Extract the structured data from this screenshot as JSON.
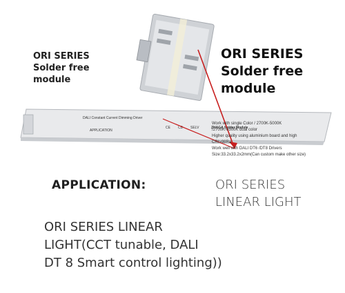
{
  "photo": {
    "driver_label_top": "DALI Constant Current Dimming Driver",
    "driver_label_mid": "APPLICATION",
    "driver_marks": [
      "CE",
      "CB",
      "SELV"
    ],
    "module_name": "ZHAGA Solder Module",
    "module_specs": [
      "Work with single Color / 2700K-5000K",
      "/2700K-6500K dual color",
      "Higher quality using aluminium board and high",
      "CRI>98Ra",
      "Work well with DALI DT6 /DT8 Drivers",
      "Size:33.2x33.2x2mm(Can custom make other size)"
    ],
    "colors": {
      "arrow": "#c81e1e",
      "driver_body": "#e9eaec",
      "pcb": "#cfd2d6"
    }
  },
  "captions": {
    "small_title": [
      "ORI SERIES",
      "Solder free",
      "module"
    ],
    "large_title": [
      "ORI SERIES",
      "Solder free",
      "module"
    ],
    "application": "APPLICATION:",
    "linear_light": [
      "ORI SERIES",
      "LINEAR LIGHT"
    ],
    "description": [
      "ORI SERIES LINEAR",
      "LIGHT(CCT tunable, DALI",
      "DT 8 Smart control lighting))"
    ]
  }
}
